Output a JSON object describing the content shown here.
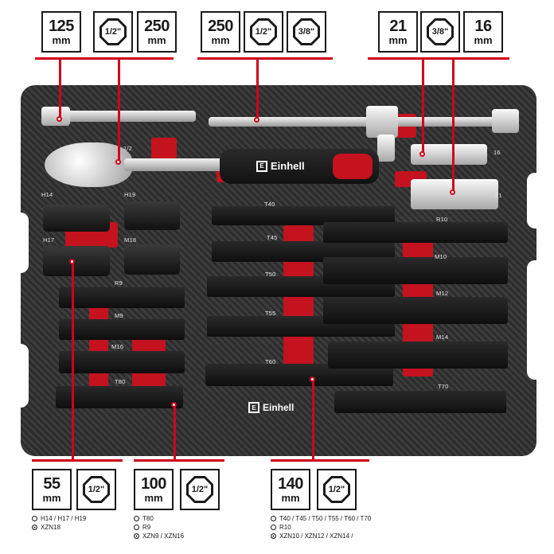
{
  "top_specs": [
    {
      "value": "125",
      "unit": "mm"
    },
    {
      "drive": "1/2\""
    },
    {
      "value": "250",
      "unit": "mm"
    },
    {
      "value": "250",
      "unit": "mm"
    },
    {
      "drive": "1/2\""
    },
    {
      "drive": "3/8\""
    },
    {
      "value": "21",
      "unit": "mm"
    },
    {
      "drive": "3/8\""
    },
    {
      "value": "16",
      "unit": "mm"
    }
  ],
  "tray": {
    "brand": "Einhell",
    "labels": {
      "half_drive": "1/2",
      "h14": "H14",
      "h19": "H19",
      "h17": "H17",
      "m18": "M18",
      "r9": "R9",
      "m9": "M9",
      "m16": "M16",
      "t80_left": "T80",
      "t40": "T40",
      "t45": "T45",
      "t50": "T50",
      "t55": "T55",
      "t60": "T60",
      "r10": "R10",
      "m10": "M10",
      "m12": "M12",
      "m14": "M14",
      "t70": "T70",
      "s16": "16",
      "s21": "21"
    }
  },
  "bottom_groups": [
    {
      "value": "55",
      "unit": "mm",
      "drive": "1/2\"",
      "items": [
        {
          "text": "H14 / H17 / H19",
          "type": "open"
        },
        {
          "text": "XZN18",
          "type": "filled"
        }
      ]
    },
    {
      "value": "100",
      "unit": "mm",
      "drive": "1/2\"",
      "items": [
        {
          "text": "T80",
          "type": "open"
        },
        {
          "text": "R9",
          "type": "open"
        },
        {
          "text": "XZN9 / XZN16",
          "type": "filled"
        }
      ]
    },
    {
      "value": "140",
      "unit": "mm",
      "drive": "1/2\"",
      "items": [
        {
          "text": "T40 / T45 / T50 / T55 / T60 / T70",
          "type": "open"
        },
        {
          "text": "R10",
          "type": "open"
        },
        {
          "text": "XZN10 / XZN12 / XZN14 /",
          "type": "filled"
        }
      ]
    }
  ],
  "colors": {
    "accent": "#d0021b",
    "tray_slot": "#c4121f"
  }
}
